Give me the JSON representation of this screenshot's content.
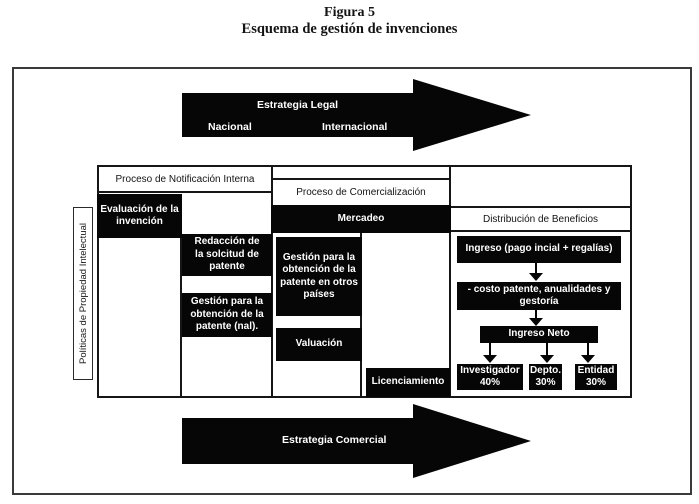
{
  "title": {
    "line1": "Figura 5",
    "line2": "Esquema de gestión de invenciones"
  },
  "arrows": {
    "legal": {
      "title": "Estrategia Legal",
      "left": "Nacional",
      "right": "Internacional"
    },
    "comercial": {
      "title": "Estrategia Comercial"
    }
  },
  "side_label": "Políticas de Propiedad Intelectual",
  "headers": {
    "notificacion": "Proceso de Notificación Interna",
    "comercializacion": "Proceso de Comercialización",
    "beneficios": "Distribución de Beneficios"
  },
  "process_boxes": {
    "evaluacion": {
      "lines": [
        "Evaluación de la",
        "invención"
      ]
    },
    "redaccion": {
      "lines": [
        "Redacción de",
        "la solcitud de",
        "patente"
      ]
    },
    "gestion_nal": {
      "lines": [
        "Gestión para la",
        "obtención de la",
        "patente (nal)."
      ]
    },
    "mercadeo": "Mercadeo",
    "gestion_otros": {
      "lines": [
        "Gestión para la",
        "obtención de la",
        "patente  en otros",
        "países"
      ]
    },
    "valuacion": "Valuación",
    "licenciamiento": "Licenciamiento"
  },
  "beneficios_flow": {
    "ingreso": "Ingreso (pago incial + regalías)",
    "costos": {
      "lines": [
        "- costo patente, anualidades y",
        "gestoría"
      ]
    },
    "ingreso_neto": "Ingreso Neto",
    "splits": [
      {
        "lines": [
          "Investigador",
          "40%"
        ]
      },
      {
        "lines": [
          "Depto.",
          "30%"
        ]
      },
      {
        "lines": [
          "Entidad",
          "30%"
        ]
      }
    ]
  },
  "colors": {
    "box_fill": "#060606",
    "box_text": "#ffffff",
    "grid_line": "#161616",
    "frame_border": "#3a3a3a"
  }
}
